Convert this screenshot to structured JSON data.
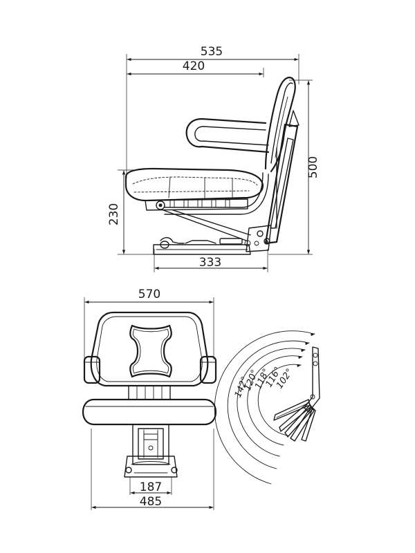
{
  "side_view": {
    "overall_width": "535",
    "seat_depth": "420",
    "height": "500",
    "seat_height": "230",
    "rail_length": "333"
  },
  "front_view": {
    "backrest_width": "570",
    "rail_width": "187",
    "base_width": "485"
  },
  "recline_angles": [
    "142°",
    "120°",
    "118°",
    "116°",
    "102°"
  ]
}
